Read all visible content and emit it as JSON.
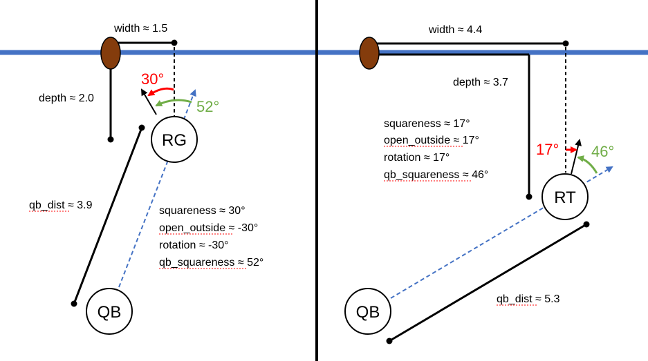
{
  "colors": {
    "line_of_scrimmage": "#4472c4",
    "ball": "#843c0c",
    "red_angle": "#ff0000",
    "green_angle": "#70ad47",
    "qb_dash": "#4472c4",
    "spell_underline": "#ff0000"
  },
  "icons": {
    "ball": "football-icon"
  },
  "left_panel": {
    "player": "RG",
    "qb": "QB",
    "width": "width ≈ 1.5",
    "depth": "depth ≈ 2.0",
    "qb_dist": "qb_dist ≈ 3.9",
    "angle_red": "30°",
    "angle_green": "52°",
    "metrics": [
      "squareness ≈ 30°",
      "open_outside ≈ -30°",
      "rotation ≈ -30°",
      "qb_squareness ≈ 52°"
    ]
  },
  "right_panel": {
    "player": "RT",
    "qb": "QB",
    "width": "width ≈ 4.4",
    "depth": "depth ≈ 3.7",
    "qb_dist": "qb_dist ≈ 5.3",
    "angle_red": "17°",
    "angle_green": "46°",
    "metrics": [
      "squareness ≈ 17°",
      "open_outside ≈ 17°",
      "rotation ≈ 17°",
      "qb_squareness ≈ 46°"
    ]
  }
}
